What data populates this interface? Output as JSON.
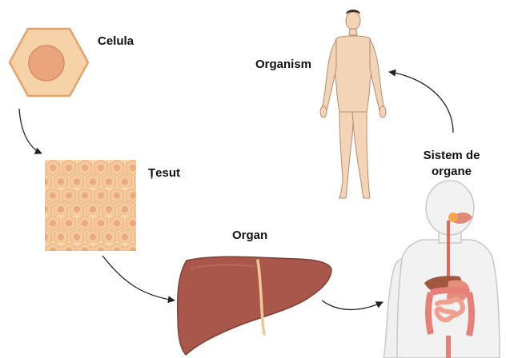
{
  "labels": {
    "cell": "Celula",
    "tissue": "Țesut",
    "organ": "Organ",
    "organ_system_line1": "Sistem de",
    "organ_system_line2": "organe",
    "organism": "Organism"
  },
  "colors": {
    "cell_fill": "#f6d2a8",
    "cell_stroke": "#e3a36c",
    "nucleus": "#e9a57d",
    "tissue_fill": "#f7d6ad",
    "liver": "#a8574a",
    "skin": "#f3d4b6",
    "body_outline": "#c9c9c9",
    "arrow": "#222222"
  },
  "icons": [
    "cell-hexagon",
    "tissue-grid",
    "liver-organ",
    "digestive-system",
    "human-body"
  ]
}
